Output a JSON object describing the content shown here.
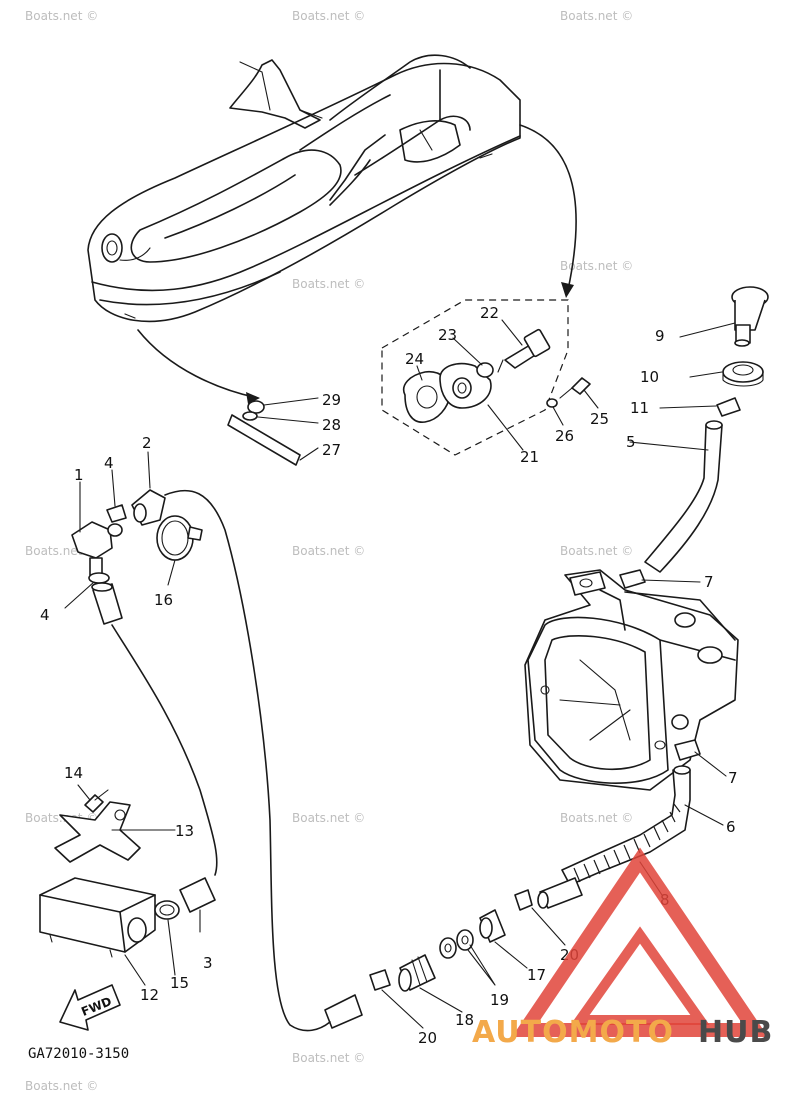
{
  "diagram": {
    "drawing_code": "GA72010-3150",
    "fwd_label": "FWD",
    "watermark_text": "Boats.net ©",
    "logo": {
      "text_a": "AUTOMOTO",
      "text_b": "HUB",
      "color_a": "#f3a94a",
      "color_b": "#4a4a4a",
      "triangle_color": "#e0443a"
    },
    "callouts": [
      {
        "id": "c1",
        "label": "1"
      },
      {
        "id": "c2",
        "label": "2"
      },
      {
        "id": "c3",
        "label": "3"
      },
      {
        "id": "c4a",
        "label": "4"
      },
      {
        "id": "c4b",
        "label": "4"
      },
      {
        "id": "c5",
        "label": "5"
      },
      {
        "id": "c6",
        "label": "6"
      },
      {
        "id": "c7a",
        "label": "7"
      },
      {
        "id": "c7b",
        "label": "7"
      },
      {
        "id": "c8",
        "label": "8"
      },
      {
        "id": "c9",
        "label": "9"
      },
      {
        "id": "c10",
        "label": "10"
      },
      {
        "id": "c11",
        "label": "11"
      },
      {
        "id": "c12",
        "label": "12"
      },
      {
        "id": "c13",
        "label": "13"
      },
      {
        "id": "c14",
        "label": "14"
      },
      {
        "id": "c15",
        "label": "15"
      },
      {
        "id": "c16",
        "label": "16"
      },
      {
        "id": "c17",
        "label": "17"
      },
      {
        "id": "c18",
        "label": "18"
      },
      {
        "id": "c19",
        "label": "19"
      },
      {
        "id": "c20a",
        "label": "20"
      },
      {
        "id": "c20b",
        "label": "20"
      },
      {
        "id": "c21",
        "label": "21"
      },
      {
        "id": "c22",
        "label": "22"
      },
      {
        "id": "c23",
        "label": "23"
      },
      {
        "id": "c24",
        "label": "24"
      },
      {
        "id": "c25",
        "label": "25"
      },
      {
        "id": "c26",
        "label": "26"
      },
      {
        "id": "c27",
        "label": "27"
      },
      {
        "id": "c28",
        "label": "28"
      },
      {
        "id": "c29",
        "label": "29"
      }
    ]
  }
}
